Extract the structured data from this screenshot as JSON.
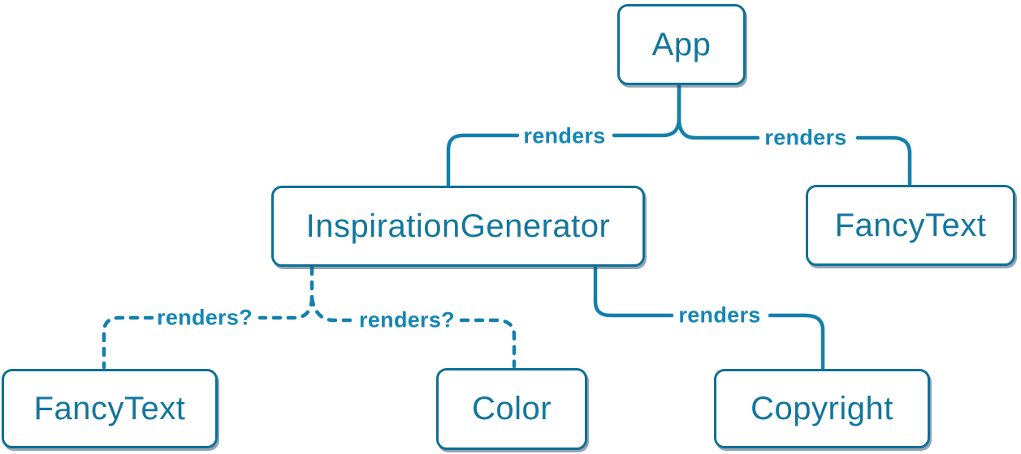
{
  "diagram": {
    "type": "component-render-tree",
    "colors": {
      "line": "#1380ab",
      "node_border": "#0e6f96",
      "node_text": "#11769e",
      "node_background": "#ffffff",
      "edge_label_text": "#1486b4",
      "shadow": "#284866",
      "page_background": "#ffffff"
    },
    "nodes": [
      {
        "id": "app",
        "label": "App"
      },
      {
        "id": "inspiration-generator",
        "label": "InspirationGenerator"
      },
      {
        "id": "fancy-text-top",
        "label": "FancyText"
      },
      {
        "id": "fancy-text-bottom",
        "label": "FancyText"
      },
      {
        "id": "color",
        "label": "Color"
      },
      {
        "id": "copyright",
        "label": "Copyright"
      }
    ],
    "edges": [
      {
        "from": "App",
        "to": "InspirationGenerator",
        "label": "renders",
        "style": "solid"
      },
      {
        "from": "App",
        "to": "FancyText",
        "label": "renders",
        "style": "solid"
      },
      {
        "from": "InspirationGenerator",
        "to": "FancyText",
        "label": "renders?",
        "style": "dashed"
      },
      {
        "from": "InspirationGenerator",
        "to": "Color",
        "label": "renders?",
        "style": "dashed"
      },
      {
        "from": "InspirationGenerator",
        "to": "Copyright",
        "label": "renders",
        "style": "solid"
      }
    ]
  }
}
